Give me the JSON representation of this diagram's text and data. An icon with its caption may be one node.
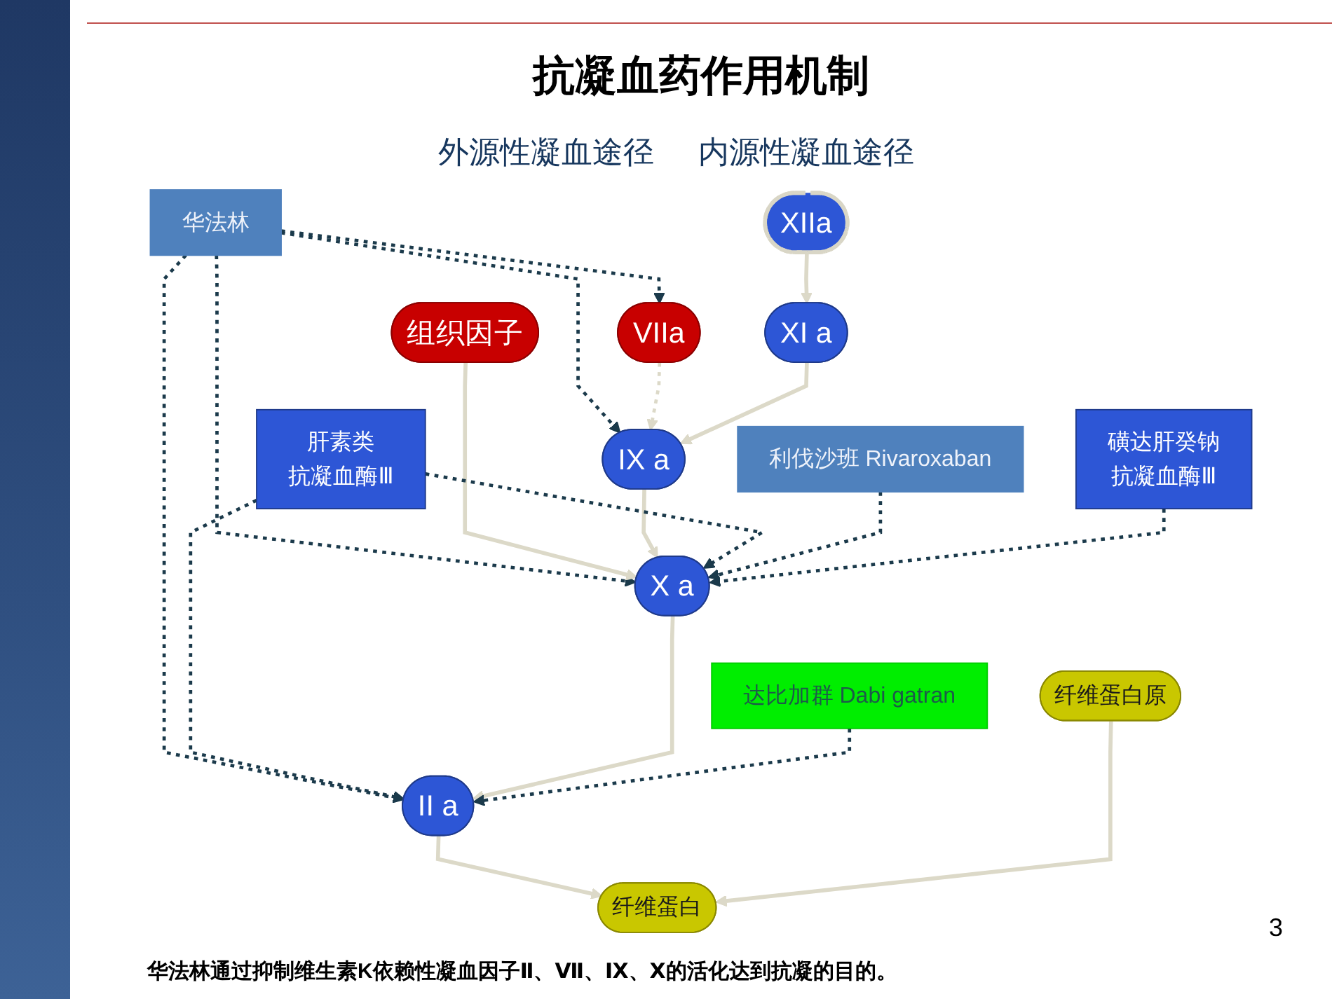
{
  "diagram": {
    "title": "抗凝血药作用机制",
    "caption": "华法林通过抑制维生素K依赖性凝血因子Ⅱ、Ⅶ、Ⅸ、Ⅹ的活化达到抗凝的目的。",
    "nodes": [
      {
        "text": [
          "XIIa"
        ]
      },
      {
        "text": [
          "华法林"
        ]
      },
      {
        "text": [
          "VIIa"
        ]
      },
      {
        "text": [
          "组织因子"
        ]
      },
      {
        "text": [
          "XI a"
        ]
      },
      {
        "text": [
          "肝素类",
          "抗凝血酶Ⅲ"
        ]
      },
      {
        "text": [
          "IX a"
        ]
      },
      {
        "text": [
          "磺达肝癸钠",
          "抗凝血酶Ⅲ"
        ]
      },
      {
        "text": [
          "利伐沙班 Rivaroxaban"
        ]
      },
      {
        "text": [
          "X a"
        ]
      },
      {
        "text": [
          "达比加群 Dabi gatran"
        ]
      },
      {
        "text": [
          "II a"
        ]
      },
      {
        "text": [
          "纤维蛋白原"
        ]
      },
      {
        "text": [
          "纤维蛋白"
        ]
      }
    ],
    "edges": [
      {
        "from": 0,
        "to": 4,
        "arrow": "to",
        "color": "#dcd9c8"
      },
      {
        "from": 1,
        "to": 6,
        "arrow": "to",
        "style": "dashed"
      },
      {
        "from": 1,
        "to": 9,
        "arrow": "to",
        "style": "dashed"
      },
      {
        "from": 1,
        "to": 11,
        "arrow": "to",
        "style": "dashed"
      },
      {
        "from": 1,
        "to": 2,
        "arrow": "to",
        "style": "dashed"
      },
      {
        "from": 2,
        "to": 6,
        "arrow": "to",
        "style": "dashed",
        "color": "#dcd9c8"
      },
      {
        "from": 3,
        "to": 9,
        "arrow": "to",
        "color": "#dcd9c8"
      },
      {
        "from": 4,
        "to": 6,
        "arrow": "to",
        "color": "#dcd9c8"
      },
      {
        "from": 6,
        "to": 9,
        "arrow": "to",
        "color": "#dcd9c8"
      },
      {
        "from": 5,
        "to": 9,
        "arrow": "to",
        "style": "dashed"
      },
      {
        "from": 5,
        "to": 11,
        "arrow": "to",
        "style": "dashed"
      },
      {
        "from": 8,
        "to": 9,
        "arrow": "to",
        "style": "dashed"
      },
      {
        "from": 7,
        "to": 9,
        "arrow": "to",
        "style": "dashed"
      },
      {
        "from": 9,
        "to": 11,
        "arrow": "to",
        "color": "#dcd9c8"
      },
      {
        "from": 10,
        "to": 11,
        "arrow": "to",
        "style": "dashed"
      },
      {
        "from": 11,
        "to": 13,
        "arrow": "to",
        "color": "#dcd9c8"
      },
      {
        "from": 12,
        "to": 13,
        "arrow": "to",
        "color": "#dcd9c8"
      }
    ],
    "labels": [
      "内源性凝血途径",
      "外源性凝血途径",
      "3"
    ]
  }
}
